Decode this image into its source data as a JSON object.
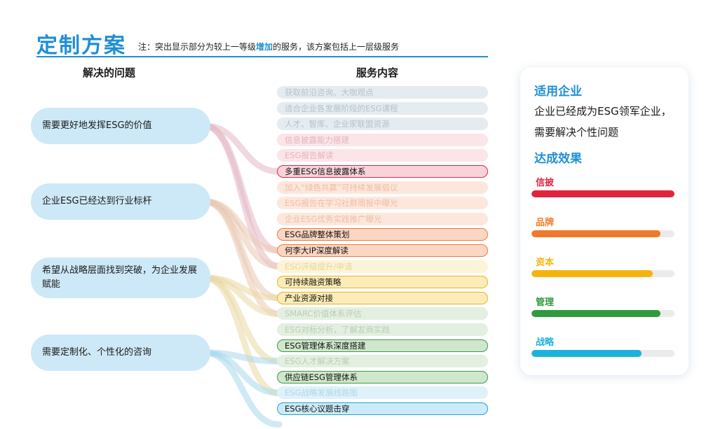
{
  "header": {
    "title": "定制方案",
    "note_prefix": "注：突出显示部分为较上一等级",
    "note_highlight": "增加",
    "note_suffix": "的服务，该方案包括上一层级服务"
  },
  "columns": {
    "problems_heading": "解决的问题",
    "services_heading": "服务内容"
  },
  "colors": {
    "accent": "#1f8fd6",
    "problem_bg": "#cde9f7"
  },
  "problems": [
    {
      "label": "需要更好地发挥ESG的价值",
      "links": [
        5,
        10,
        11
      ]
    },
    {
      "label": "企业ESG已经达到行业标杆",
      "links": [
        10,
        11,
        13,
        14
      ]
    },
    {
      "label": "希望从战略层面找到突破，为企业发展赋能",
      "links": [
        13,
        14,
        17,
        19
      ]
    },
    {
      "label": "需要定制化、个性化的咨询",
      "links": [
        17,
        19,
        21
      ]
    }
  ],
  "services": [
    {
      "label": "获取前沿咨询、大咖观点",
      "group": "blue",
      "highlight": false
    },
    {
      "label": "适合企业各发展阶段的ESG课程",
      "group": "blue",
      "highlight": false
    },
    {
      "label": "人才、智库、企业家联盟资源",
      "group": "blue",
      "highlight": false
    },
    {
      "label": "信息披露能力搭建",
      "group": "pink",
      "highlight": false
    },
    {
      "label": "ESG报告解读",
      "group": "pink",
      "highlight": false
    },
    {
      "label": "多重ESG信息披露体系",
      "group": "pink",
      "highlight": true
    },
    {
      "label": "加入“绿色共赢”可持续发展倡议",
      "group": "peach",
      "highlight": false
    },
    {
      "label": "ESG报告在学习社群周报中曝光",
      "group": "peach",
      "highlight": false
    },
    {
      "label": "企业ESG优秀实践推广曝光",
      "group": "peach",
      "highlight": false
    },
    {
      "label": "ESG品牌整体策划",
      "group": "peach",
      "highlight": true
    },
    {
      "label": "何李大IP深度解读",
      "group": "peach",
      "highlight": true
    },
    {
      "label": "ESG评级提升/申请",
      "group": "yellow",
      "highlight": false
    },
    {
      "label": "可持续融资策略",
      "group": "yellow",
      "highlight": true
    },
    {
      "label": "产业资源对接",
      "group": "yellow",
      "highlight": true
    },
    {
      "label": "SMARC价值体系评估",
      "group": "green",
      "highlight": false
    },
    {
      "label": "ESG对标分析，了解友商实践",
      "group": "green",
      "highlight": false
    },
    {
      "label": "ESG管理体系深度搭建",
      "group": "green",
      "highlight": true
    },
    {
      "label": "ESG人才解决方案",
      "group": "green",
      "highlight": false
    },
    {
      "label": "供应链ESG管理体系",
      "group": "green",
      "highlight": true
    },
    {
      "label": "ESG战略发展线路图",
      "group": "cyan",
      "highlight": false
    },
    {
      "label": "ESG核心议题击穿",
      "group": "cyan",
      "highlight": true
    }
  ],
  "groups": {
    "blue": {
      "faded_bg": "#e4ebf1",
      "faded_text": "#b6c2cc",
      "hi_bg": "#d9e6f0",
      "hi_border": "#5a8fb8"
    },
    "pink": {
      "faded_bg": "#fbe5e8",
      "faded_text": "#e7b3bb",
      "hi_bg": "#f8d3d9",
      "hi_border": "#e0284f"
    },
    "peach": {
      "faded_bg": "#fde7dc",
      "faded_text": "#eebda5",
      "hi_bg": "#fbd6c2",
      "hi_border": "#ec7a3c"
    },
    "yellow": {
      "faded_bg": "#fdf3d7",
      "faded_text": "#e9d596",
      "hi_bg": "#fcecb9",
      "hi_border": "#e8b21d"
    },
    "green": {
      "faded_bg": "#e3efe1",
      "faded_text": "#b7d0b3",
      "hi_bg": "#cfe7cb",
      "hi_border": "#3c9a48"
    },
    "cyan": {
      "faded_bg": "#dff1f9",
      "faded_text": "#b0d8ea",
      "hi_bg": "#ccebf8",
      "hi_border": "#1ba3d6"
    }
  },
  "link_colors": [
    "#e3b8c4",
    "#e9c9b0",
    "#ead9a4",
    "#a9d8ec"
  ],
  "card": {
    "heading_applicable": "适用企业",
    "description": "企业已经成为ESG领军企业，需要解决个性问题",
    "heading_effect": "达成效果",
    "bars": [
      {
        "label": "信披",
        "color": "#e2233d",
        "level_percent": 100
      },
      {
        "label": "品牌",
        "color": "#ef7a2b",
        "level_percent": 90
      },
      {
        "label": "资本",
        "color": "#f4b40f",
        "level_percent": 85
      },
      {
        "label": "管理",
        "color": "#2f9a3f",
        "level_percent": 90
      },
      {
        "label": "战略",
        "color": "#1cb2dc",
        "level_percent": 77
      }
    ]
  }
}
